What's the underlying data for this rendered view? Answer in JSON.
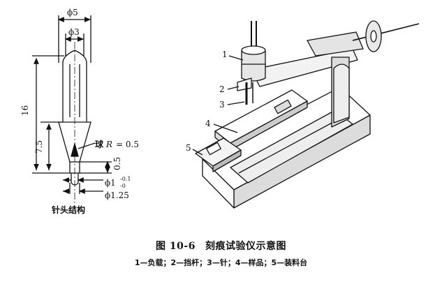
{
  "left_figure": {
    "dim_outer": "ϕ5",
    "dim_inner": "ϕ3",
    "dim_total_height": "16",
    "dim_cone_height": "7.5",
    "ball_label": "球",
    "ball_r_symbol": "R",
    "ball_r_value": "= 0.5",
    "dim_tip_length": "0.5",
    "dim_tip_dia": "ϕ1",
    "dim_tip_tol_upper": "-0.1",
    "dim_tip_tol_lower": "-0",
    "dim_tip_shoulder": "ϕ1.25",
    "subtitle": "针头结构"
  },
  "right_figure": {
    "labels": [
      "1",
      "2",
      "3",
      "4",
      "5"
    ]
  },
  "caption": {
    "number": "图 10-6",
    "title": "刻痕试验仪示意图"
  },
  "legend": "1—负载；2—挡杆；3—针；4—样品；5—装料台"
}
